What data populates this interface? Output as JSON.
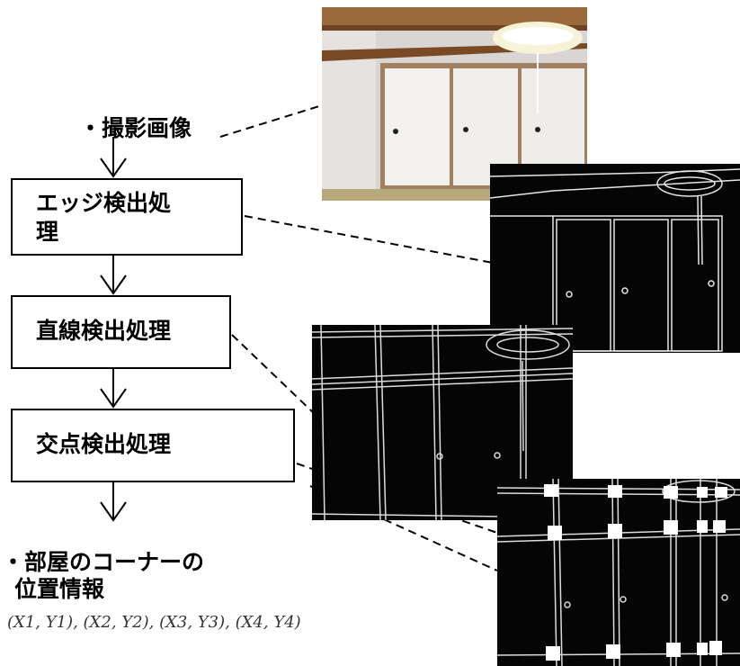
{
  "input_label": "・撮影画像",
  "steps": [
    {
      "line1": "エッジ検出処",
      "line2": "理"
    },
    {
      "line1": "直線検出処理",
      "line2": ""
    },
    {
      "line1": "交点検出処理",
      "line2": ""
    }
  ],
  "output_label": {
    "line1": "・部屋のコーナーの",
    "line2": "位置情報"
  },
  "coordinates": "(X1, Y1), (X2, Y2), (X3, Y3), (X4, Y4)",
  "colors": {
    "arrow": "#000000",
    "edge_bg": "#050505",
    "edge_line": "#e6e6e6",
    "marker": "#ffffff"
  },
  "images": [
    {
      "name": "photo-original",
      "kind": "photograph of a Japanese room with sliding doors and a ceiling light"
    },
    {
      "name": "edge-detection-result",
      "kind": "edge map"
    },
    {
      "name": "line-detection-result",
      "kind": "line map"
    },
    {
      "name": "intersection-detection-result",
      "kind": "line map with corner markers"
    }
  ]
}
